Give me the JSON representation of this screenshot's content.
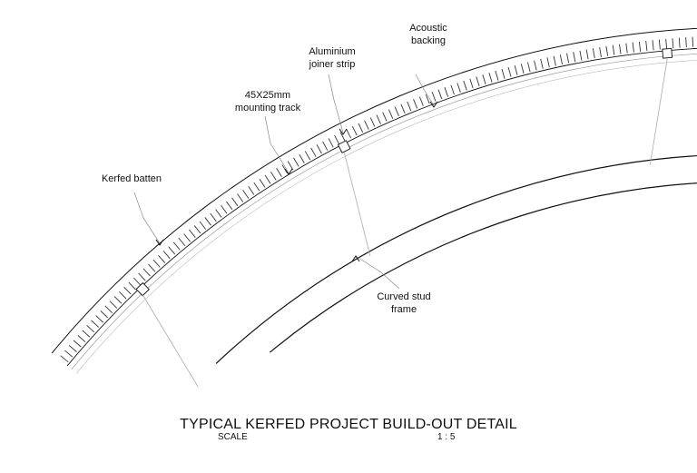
{
  "labels": {
    "acoustic_backing": [
      "Acoustic",
      "backing"
    ],
    "aluminium_joiner": [
      "Aluminium",
      "joiner strip"
    ],
    "mounting_track": [
      "45X25mm",
      "mounting track"
    ],
    "kerfed_batten": [
      "Kerfed batten"
    ],
    "curved_stud": [
      "Curved stud",
      "frame"
    ]
  },
  "title": "TYPICAL KERFED PROJECT BUILD-OUT DETAIL",
  "scale_label": "SCALE",
  "scale_value": "1 : 5",
  "colors": {
    "line": "#111111",
    "light": "#999999"
  }
}
